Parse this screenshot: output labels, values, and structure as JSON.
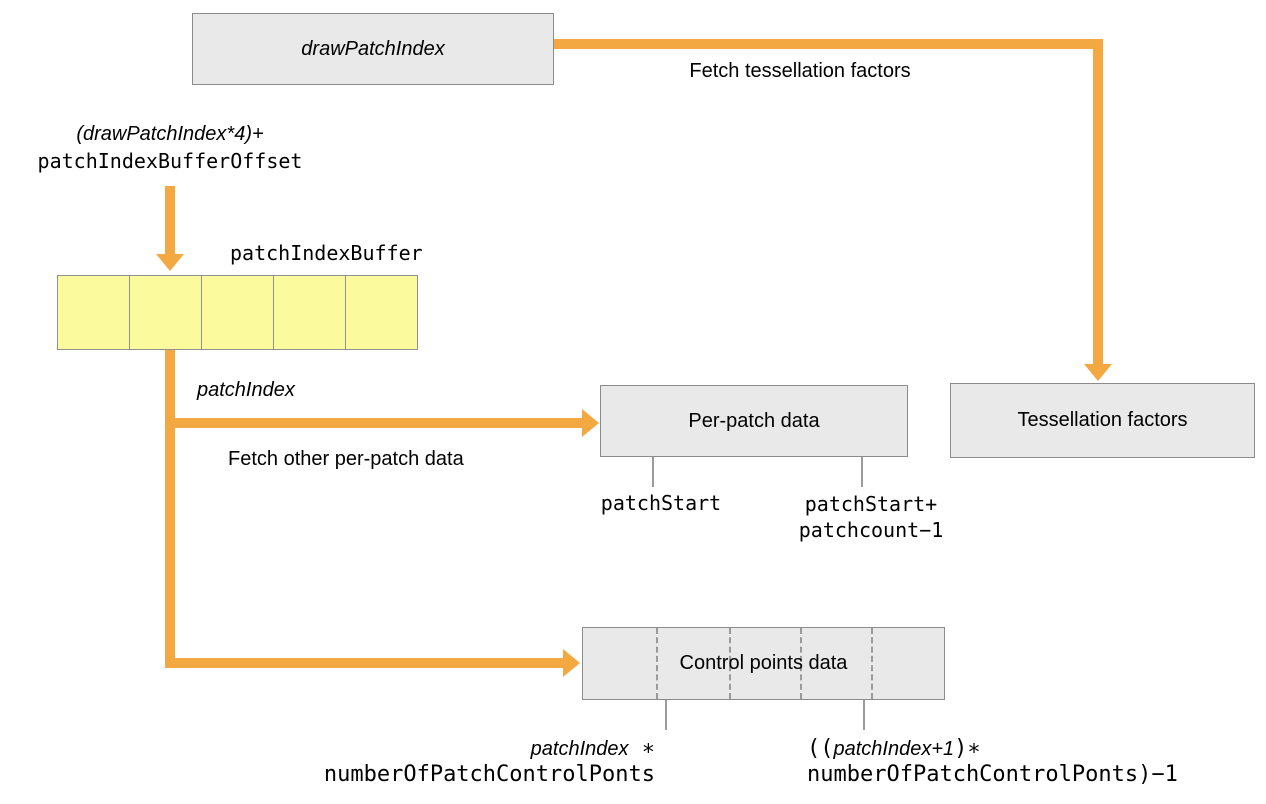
{
  "colors": {
    "arrow_orange": "#f4a842",
    "node_fill": "#e9e9e9",
    "node_border": "#8c8c8c",
    "buffer_fill": "#fbfb9e",
    "buffer_border": "#919191",
    "tick_gray": "#9b9b9b"
  },
  "nodes": {
    "drawPatchIndex": "drawPatchIndex",
    "perPatchData": "Per-patch data",
    "tessellationFactors": "Tessellation factors",
    "controlPointsData": "Control points data"
  },
  "buffer": {
    "label": "patchIndexBuffer",
    "cellCount": 5
  },
  "arrows": {
    "fetchTessellation": "Fetch tessellation factors",
    "fetchPerPatch": "Fetch other per-patch data",
    "patchIndex": "patchIndex"
  },
  "annotations": {
    "bufferOffset": {
      "line1": "(drawPatchIndex*4)+",
      "line2": "patchIndexBufferOffset"
    },
    "patchStart": "patchStart",
    "patchEnd": {
      "line1": "patchStart+",
      "line2": "patchcount−1"
    },
    "cpStart": {
      "line1Italic": "patchIndex",
      "line1Mono": " ∗",
      "line2": "numberOfPatchControlPonts"
    },
    "cpEnd": {
      "line1MonoOpen": "((",
      "line1Italic": "patchIndex+1",
      "line1MonoClose": ")∗",
      "line2": "numberOfPatchControlPonts)−1"
    }
  }
}
